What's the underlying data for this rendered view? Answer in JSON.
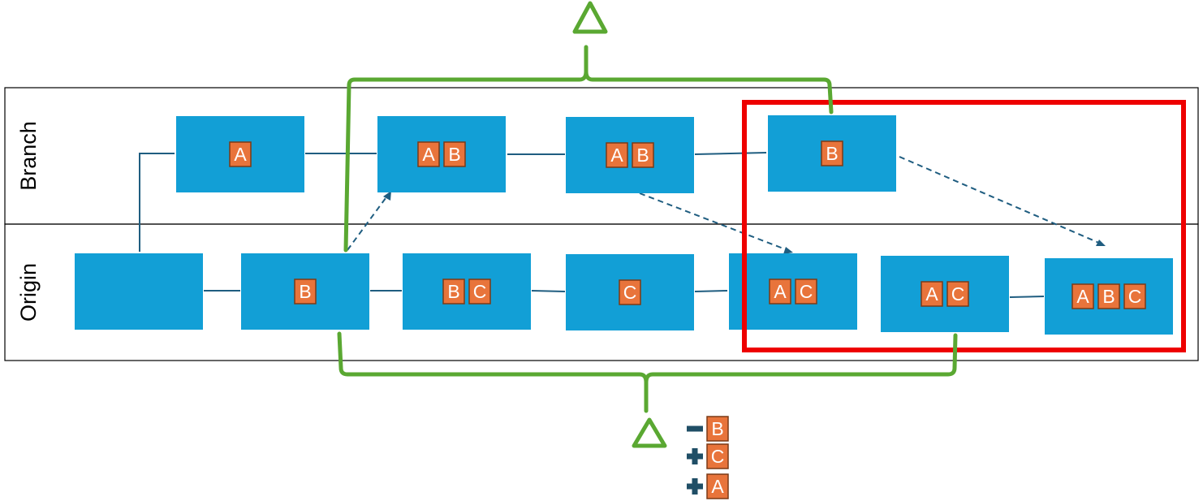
{
  "lanes": [
    {
      "id": "branch",
      "label": "Branch"
    },
    {
      "id": "origin",
      "label": "Origin"
    }
  ],
  "commits": {
    "branch": [
      {
        "id": "b1",
        "tags": [
          {
            "text": "A"
          }
        ]
      },
      {
        "id": "b2",
        "tags": [
          {
            "text": "A"
          },
          {
            "text": "B"
          }
        ]
      },
      {
        "id": "b3",
        "tags": [
          {
            "text": "A"
          },
          {
            "text": "B"
          }
        ]
      },
      {
        "id": "b4",
        "tags": [
          {
            "text": "B"
          }
        ]
      }
    ],
    "origin": [
      {
        "id": "o1",
        "tags": []
      },
      {
        "id": "o2",
        "tags": [
          {
            "text": "B"
          }
        ]
      },
      {
        "id": "o3",
        "tags": [
          {
            "text": "B"
          },
          {
            "text": "C"
          }
        ]
      },
      {
        "id": "o4",
        "tags": [
          {
            "text": "C"
          }
        ]
      },
      {
        "id": "o5",
        "tags": [
          {
            "text": "A"
          },
          {
            "text": "C"
          }
        ]
      },
      {
        "id": "o6",
        "tags": [
          {
            "text": "A"
          },
          {
            "text": "C"
          }
        ]
      },
      {
        "id": "o7",
        "tags": [
          {
            "text": "A",
            "color": "#ff0000"
          },
          {
            "text": "B"
          },
          {
            "text": "C"
          }
        ]
      }
    ]
  },
  "delta_symbol": "△",
  "legend": [
    {
      "sign": "minus",
      "text": "B"
    },
    {
      "sign": "plus",
      "text": "C"
    },
    {
      "sign": "plus",
      "text": "A"
    }
  ],
  "colors": {
    "commit_fill": "#129fd6",
    "tag_fill": "#e8743b",
    "tag_border": "#7a3a16",
    "connector": "#1f5d80",
    "bracket": "#5aa832",
    "highlight": "#ee0000",
    "lane_border": "#000000",
    "legend_sign": "#1f4e66"
  }
}
